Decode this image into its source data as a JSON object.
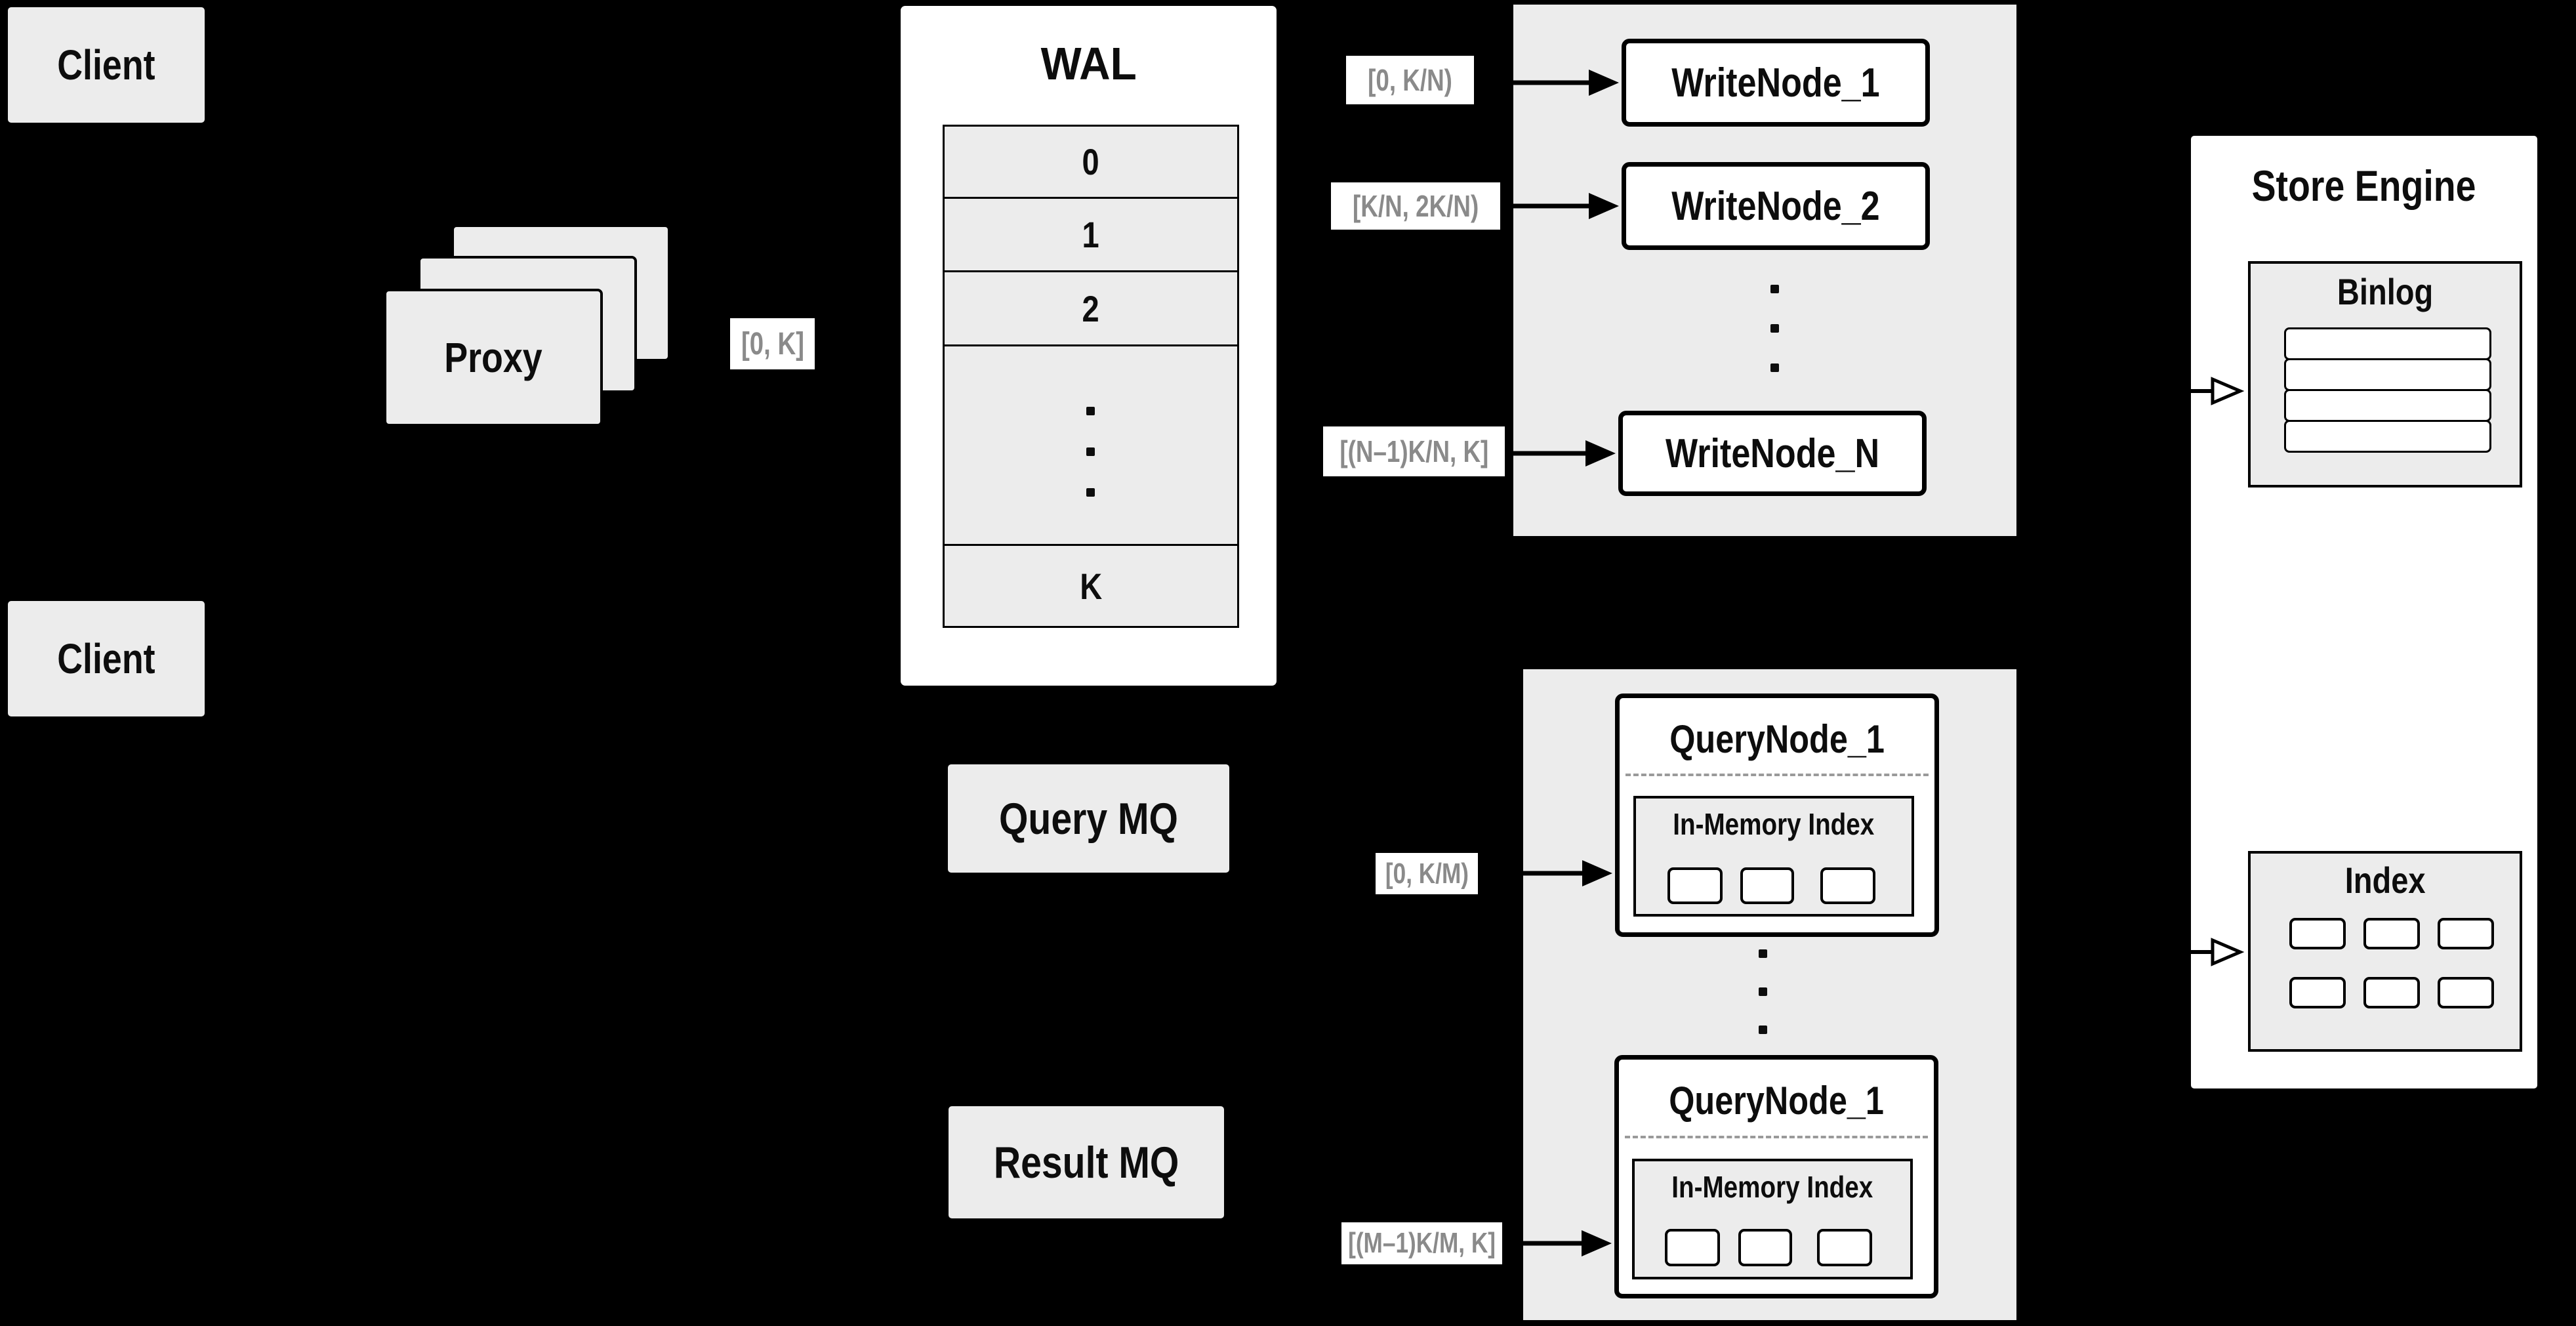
{
  "colors": {
    "background": "#000000",
    "panel_gray": "#ececec",
    "box_white": "#ffffff",
    "ink_black": "#0d0d0d",
    "range_label_text": "#8a8a8a",
    "dashed_separator": "#9a9a9a"
  },
  "client": {
    "label": "Client"
  },
  "proxy": {
    "label": "Proxy"
  },
  "proxy_range_label": "[0, K]",
  "wal": {
    "title": "WAL",
    "rows": [
      "0",
      "1",
      "2",
      "K"
    ]
  },
  "write": {
    "labels": [
      "[0,  K/N)",
      "[K/N, 2K/N)",
      "[(N–1)K/N,  K]"
    ],
    "nodes": [
      "WriteNode_1",
      "WriteNode_2",
      "WriteNode_N"
    ]
  },
  "store": {
    "title": "Store Engine",
    "binlog_title": "Binlog",
    "index_title": "Index"
  },
  "mq": {
    "query": "Query MQ",
    "result": "Result MQ"
  },
  "query": {
    "labels": [
      "[0, K/M)",
      "[(M–1)K/M, K]"
    ],
    "node_title": "QueryNode_1",
    "panel_title": "In-Memory Index"
  }
}
